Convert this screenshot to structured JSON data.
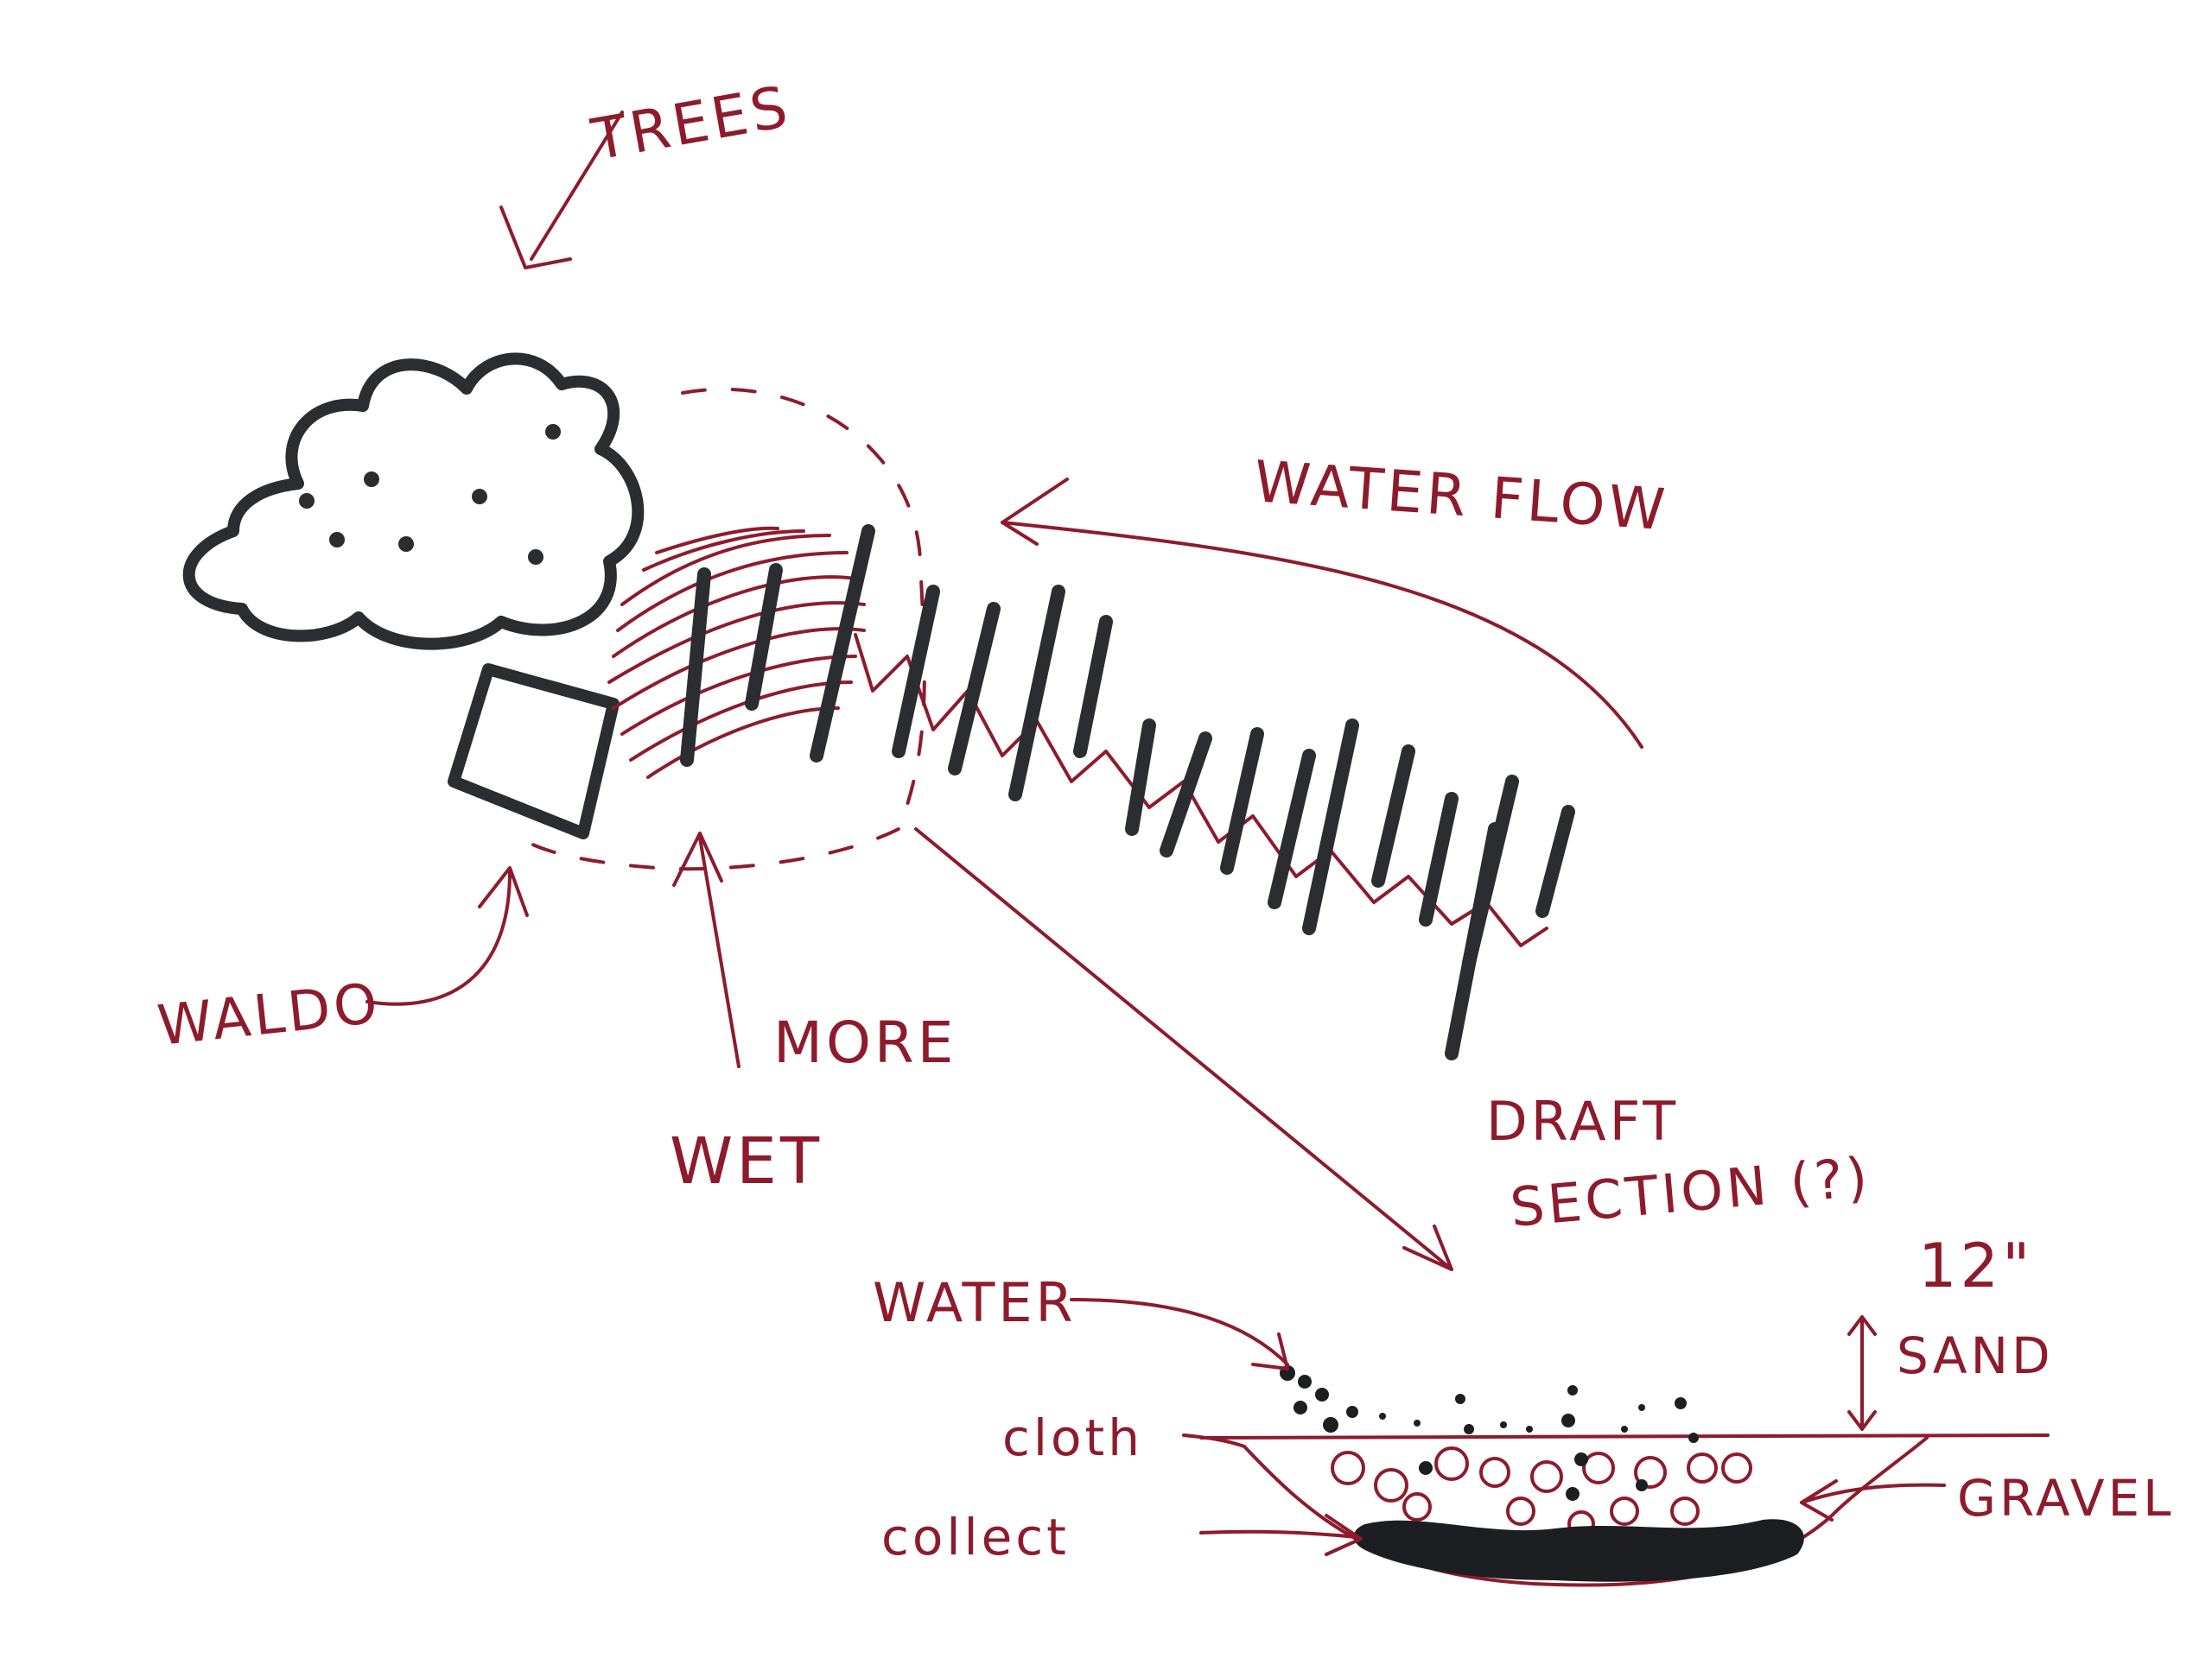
{
  "labels": {
    "trees": "TREES",
    "water_flow": "WATER FLOW",
    "waldo": "WALDO",
    "more_wet_line1": "MORE",
    "more_wet_line2": "WET",
    "draft_section_line1": "DRAFT",
    "draft_section_line2": "SECTION (?)",
    "water": "WATER",
    "sand_depth": "12\"",
    "sand": "SAND",
    "cloth": "cloth",
    "gravel": "GRAVEL",
    "collector": "collect"
  },
  "colors": {
    "ink_black": "#2b2d31",
    "ink_red": "#8e1b2c",
    "paper": "#ffffff"
  }
}
